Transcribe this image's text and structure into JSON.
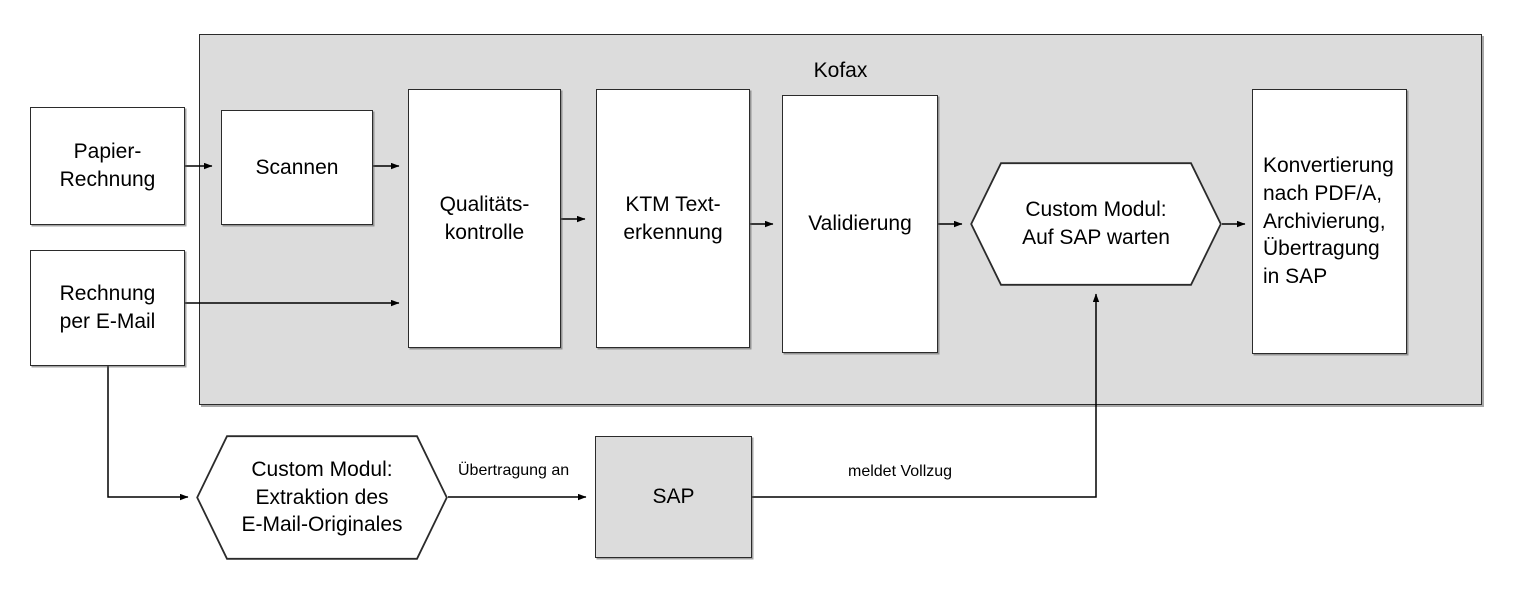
{
  "diagram": {
    "title_group": "Kofax",
    "nodes": {
      "papier_rechnung": "Papier-\nRechnung",
      "rechnung_email": "Rechnung\nper E-Mail",
      "scannen": "Scannen",
      "qualitaetskontrolle": "Qualitäts-\nkontrolle",
      "ktm_texterkennung": "KTM Text-\nerkennung",
      "validierung": "Validierung",
      "custom_modul_sap_warten": "Custom Modul:\nAuf SAP warten",
      "konvertierung": "Konvertierung\nnach PDF/A,\nArchivierung,\nÜbertragung\nin SAP",
      "custom_modul_extraktion": "Custom Modul:\nExtraktion des\nE-Mail-Originales",
      "sap": "SAP"
    },
    "edge_labels": {
      "uebertragung_an": "Übertragung an",
      "meldet_vollzug": "meldet Vollzug"
    },
    "colors": {
      "group_fill": "#dcdcdc",
      "node_fill": "#ffffff",
      "stroke": "#2b2b2b",
      "text": "#000000"
    }
  }
}
